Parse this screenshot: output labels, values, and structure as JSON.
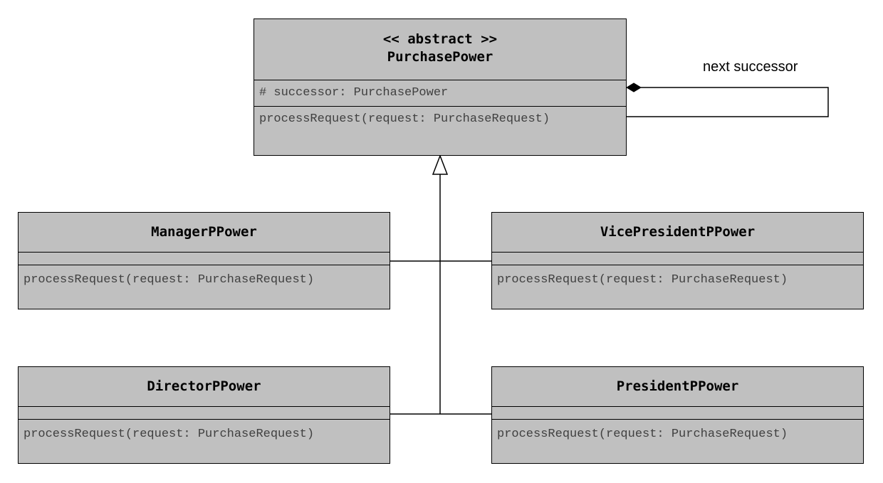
{
  "diagram": {
    "abstract_class": {
      "stereotype": "<< abstract >>",
      "name": "PurchasePower",
      "attribute": "# successor: PurchasePower",
      "operation": "processRequest(request: PurchaseRequest)"
    },
    "self_association_label": "next successor",
    "subclasses": [
      {
        "name": "ManagerPPower",
        "operation": "processRequest(request: PurchaseRequest)"
      },
      {
        "name": "VicePresidentPPower",
        "operation": "processRequest(request: PurchaseRequest)"
      },
      {
        "name": "DirectorPPower",
        "operation": "processRequest(request: PurchaseRequest)"
      },
      {
        "name": "PresidentPPower",
        "operation": "processRequest(request: PurchaseRequest)"
      }
    ],
    "colors": {
      "box_fill": "#c0c0c0",
      "line": "#000000",
      "member_text": "#404040"
    }
  }
}
